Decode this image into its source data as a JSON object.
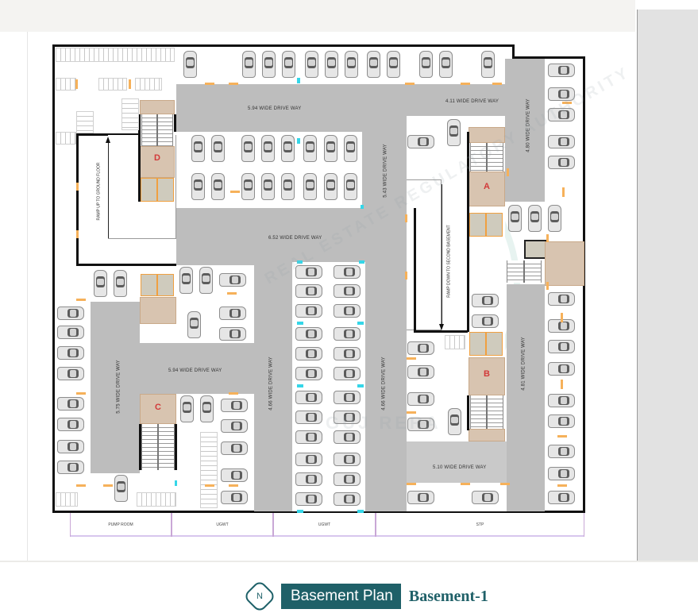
{
  "drawing": {
    "title": "Basement Plan",
    "subtitle": "Basement-1",
    "north_label": "N"
  },
  "cores": [
    {
      "id": "A",
      "label": "A"
    },
    {
      "id": "B",
      "label": "B"
    },
    {
      "id": "C",
      "label": "C"
    },
    {
      "id": "D",
      "label": "D"
    }
  ],
  "driveways": {
    "top_left": "5.94  WIDE  DRIVE WAY",
    "top_right": "4.11  WIDE   DRIVE WAY",
    "right_upper": "4.80  WIDE  DRIVE WAY",
    "center_vertical": "5.43  WIDE  DRIVE WAY",
    "middle": "6.52  WIDE   DRIVE WAY",
    "lower_left": "5.94  WIDE   DRIVE WAY",
    "left_vertical": "5.75  WIDE   DRIVE WAY",
    "center_left_vertical": "4.66  WIDE   DRIVE WAY",
    "center_right_vertical": "4.66  WIDE   DRIVE WAY",
    "right_lower": "4.81  WIDE   DRIVE WAY",
    "bottom": "5.10  WIDE   DRIVE WAY"
  },
  "ramps": {
    "up": "RAMP UP TO GROUND FLOOR",
    "down": "RAMP DOWN TO SECOND BASEMENT"
  },
  "services": [
    {
      "label": "PUMP ROOM"
    },
    {
      "label": "UGWT"
    },
    {
      "label": "UGWT"
    },
    {
      "label": "STP"
    }
  ],
  "watermark": {
    "text_top": "REAL ESTATE REGULATORY AUTHORITY",
    "text_bottom": "GUJ RERA"
  },
  "icons": {
    "north": "north-arrow-icon",
    "car": "car-icon",
    "bike": "two-wheeler-icon"
  }
}
